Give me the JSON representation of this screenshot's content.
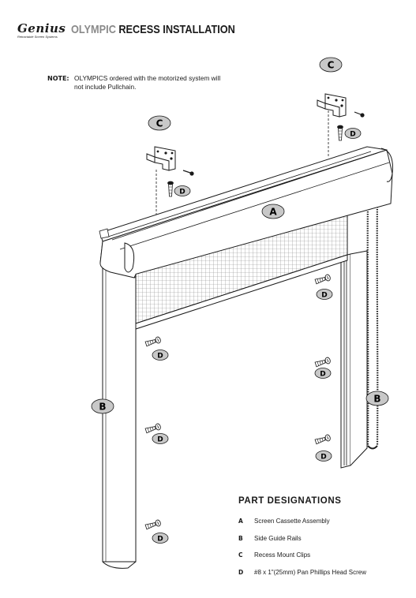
{
  "header": {
    "brand": "Genius",
    "tagline": "Retractable Screen Systems",
    "title_product": "OLYMPIC",
    "title_rest": "RECESS INSTALLATION"
  },
  "note": {
    "label": "NOTE:",
    "text": "OLYMPICS ordered with the motorized system will not include Pullchain."
  },
  "callouts": {
    "cassette": "A",
    "rail_left": "B",
    "rail_right": "B",
    "clip_left": "C",
    "clip_right": "C",
    "screw_clip_left": "D",
    "screw_clip_right": "D",
    "screw_left_1": "D",
    "screw_left_2": "D",
    "screw_left_3": "D",
    "screw_right_1": "D",
    "screw_right_2": "D",
    "screw_right_3": "D"
  },
  "parts": {
    "title": "PART DESIGNATIONS",
    "items": [
      {
        "letter": "A",
        "desc": "Screen Cassette Assembly"
      },
      {
        "letter": "B",
        "desc": "Side Guide Rails"
      },
      {
        "letter": "C",
        "desc": "Recess Mount Clips"
      },
      {
        "letter": "D",
        "desc": "#8 x 1\"(25mm) Pan Phillips Head Screw"
      }
    ]
  },
  "colors": {
    "ink": "#1a1a1a",
    "badge_fill": "#c8c8c8",
    "title_grey": "#8a8a8a"
  }
}
